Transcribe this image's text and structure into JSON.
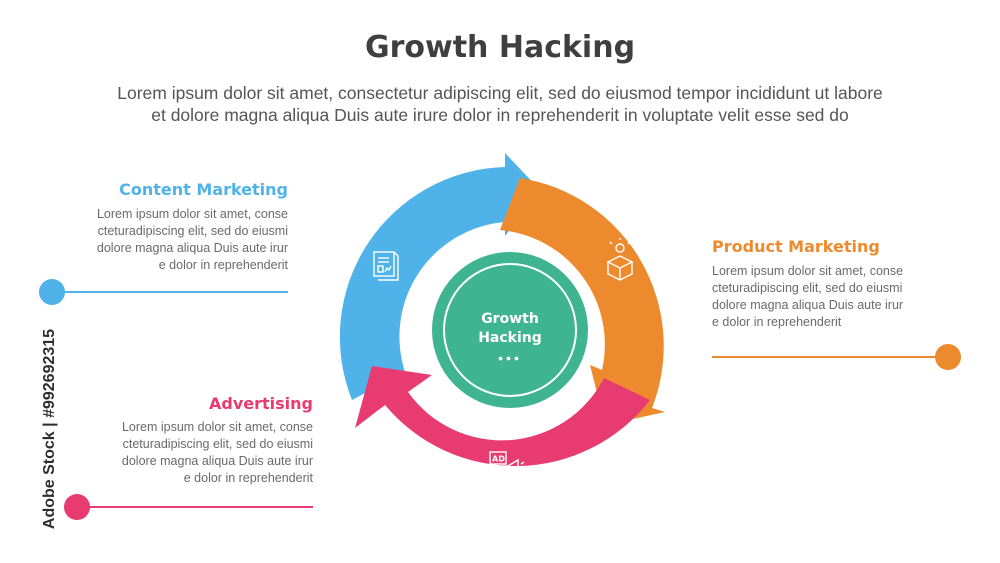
{
  "title": "Growth Hacking",
  "subtitle_line1": "Lorem ipsum dolor sit amet, consectetur adipiscing elit, sed do eiusmod tempor incididunt ut labore",
  "subtitle_line2": "et dolore magna aliqua Duis aute irure dolor in reprehenderit in voluptate velit esse sed do",
  "center": {
    "line1": "Growth",
    "line2": "Hacking",
    "dots": "•••"
  },
  "sections": {
    "content": {
      "title": "Content Marketing",
      "lines": [
        "Lorem ipsum dolor sit amet, conse",
        "cteturadipiscing elit, sed do eiusmi",
        "dolore magna aliqua Duis aute irur",
        "e dolor in reprehenderit"
      ],
      "color": "#4fb3ea"
    },
    "product": {
      "title": "Product Marketing",
      "lines": [
        "Lorem ipsum dolor sit amet, conse",
        "cteturadipiscing elit, sed do eiusmi",
        "dolore magna aliqua Duis aute irur",
        "e dolor in reprehenderit"
      ],
      "color": "#ee8a2e"
    },
    "advertising": {
      "title": "Advertising",
      "lines": [
        "Lorem ipsum dolor sit amet, conse",
        "cteturadipiscing elit, sed do eiusmi",
        "dolore magna aliqua Duis aute irur",
        "e dolor in reprehenderit"
      ],
      "color": "#e83b72"
    }
  },
  "center_color": "#3fb58f",
  "watermark": "Adobe Stock | #992692315",
  "icons": [
    "document-chart-icon",
    "box-idea-icon",
    "ad-megaphone-icon"
  ]
}
